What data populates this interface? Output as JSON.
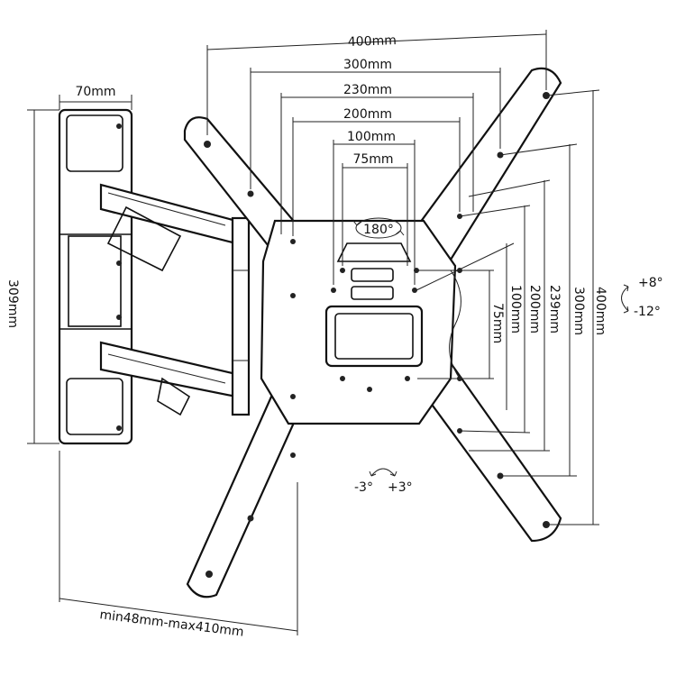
{
  "dims": {
    "top_widths": [
      "400mm",
      "300mm",
      "230mm",
      "200mm",
      "100mm",
      "75mm"
    ],
    "right_heights": [
      "75mm",
      "100mm",
      "200mm",
      "239mm",
      "300mm",
      "400mm"
    ],
    "arm_width": "70mm",
    "plate_height": "309mm",
    "extension": "min48mm-max410mm"
  },
  "rotation": {
    "swivel": "180°",
    "tilt_up": "+8°",
    "tilt_down": "-12°",
    "level_left": "-3°",
    "level_right": "+3°"
  }
}
